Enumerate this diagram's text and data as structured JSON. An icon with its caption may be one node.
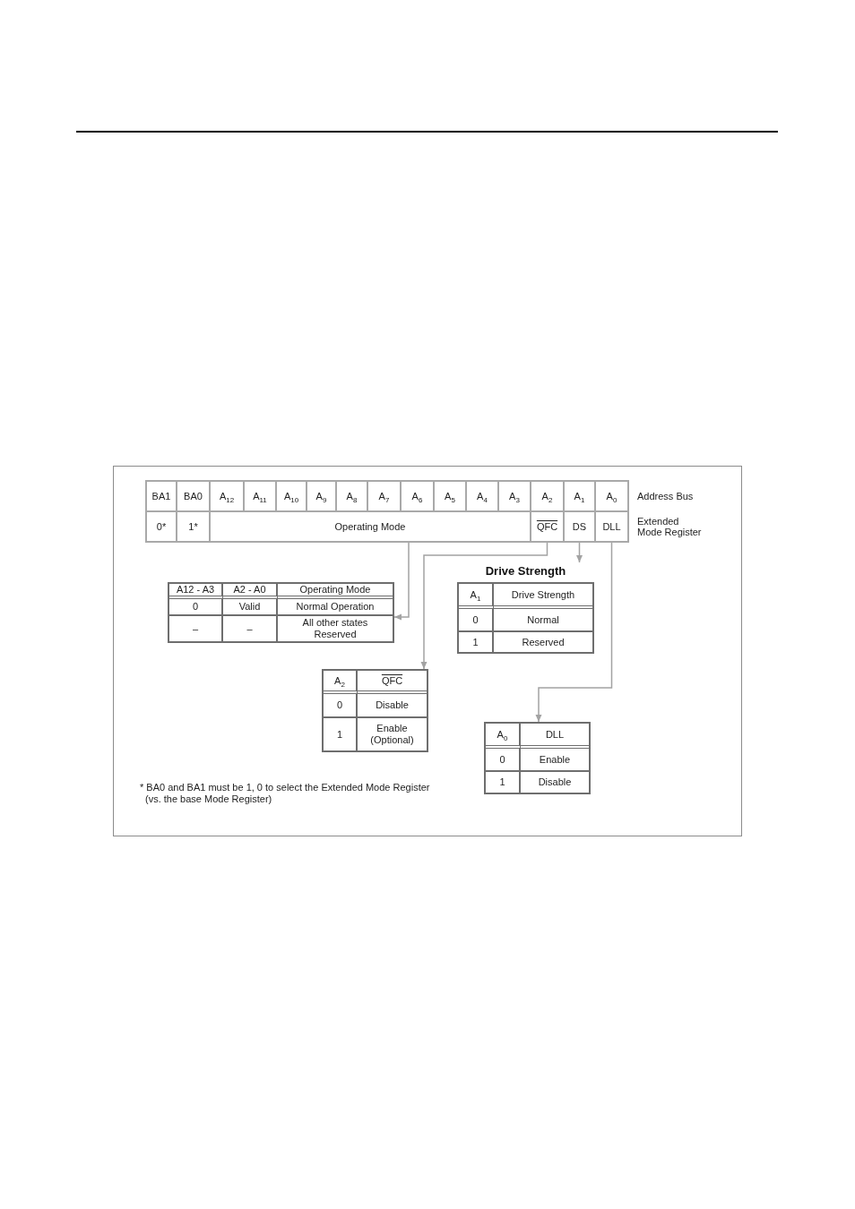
{
  "diagram": {
    "nodes": [
      {
        "text": [
          "BA1"
        ]
      },
      {
        "text": [
          "BA0"
        ]
      },
      {
        "text": [
          "A$_{12}$"
        ]
      },
      {
        "text": [
          "A$_{11}$"
        ]
      },
      {
        "text": [
          "A$_{10}$"
        ]
      },
      {
        "text": [
          "A$_{9}$"
        ]
      },
      {
        "text": [
          "A$_{8}$"
        ]
      },
      {
        "text": [
          "A$_{7}$"
        ]
      },
      {
        "text": [
          "A$_{6}$"
        ]
      },
      {
        "text": [
          "A$_{5}$"
        ]
      },
      {
        "text": [
          "A$_{4}$"
        ]
      },
      {
        "text": [
          "A$_{3}$"
        ]
      },
      {
        "text": [
          "A$_{2}$"
        ]
      },
      {
        "text": [
          "A$_{1}$"
        ]
      },
      {
        "text": [
          "A$_{0}$"
        ]
      },
      {
        "text": [
          "0*"
        ]
      },
      {
        "text": [
          "1*"
        ]
      },
      {
        "text": [
          "Operating Mode"
        ]
      },
      {
        "text": [
          "QFC"
        ]
      },
      {
        "text": [
          "DS"
        ]
      },
      {
        "text": [
          "DLL"
        ]
      },
      {
        "text": [
          "A12 - A3",
          "A2 - A0",
          "Operating Mode",
          "0",
          "Valid",
          "Normal Operation",
          "–",
          "–",
          "All other states Reserved"
        ]
      },
      {
        "text": [
          "Drive Strength",
          "A$_{1}$",
          "Drive Strength",
          "0",
          "Normal",
          "1",
          "Reserved"
        ]
      },
      {
        "text": [
          "A$_{2}$",
          "QFC",
          "0",
          "Disable",
          "1",
          "Enable (Optional)"
        ]
      },
      {
        "text": [
          "A$_{0}$",
          "DLL",
          "0",
          "Enable",
          "1",
          "Disable"
        ]
      }
    ],
    "edges": [
      {
        "from": 17,
        "to": 21,
        "arrow": "to"
      },
      {
        "from": 18,
        "to": 23,
        "arrow": "to"
      },
      {
        "from": 19,
        "to": 22,
        "arrow": "to"
      },
      {
        "from": 20,
        "to": 24,
        "arrow": "to"
      }
    ],
    "labels": [
      "Address Bus",
      "Extended Mode Register",
      "* BA0 and BA1 must be 1, 0 to select the Extended Mode Register (vs. the base Mode Register)"
    ]
  }
}
